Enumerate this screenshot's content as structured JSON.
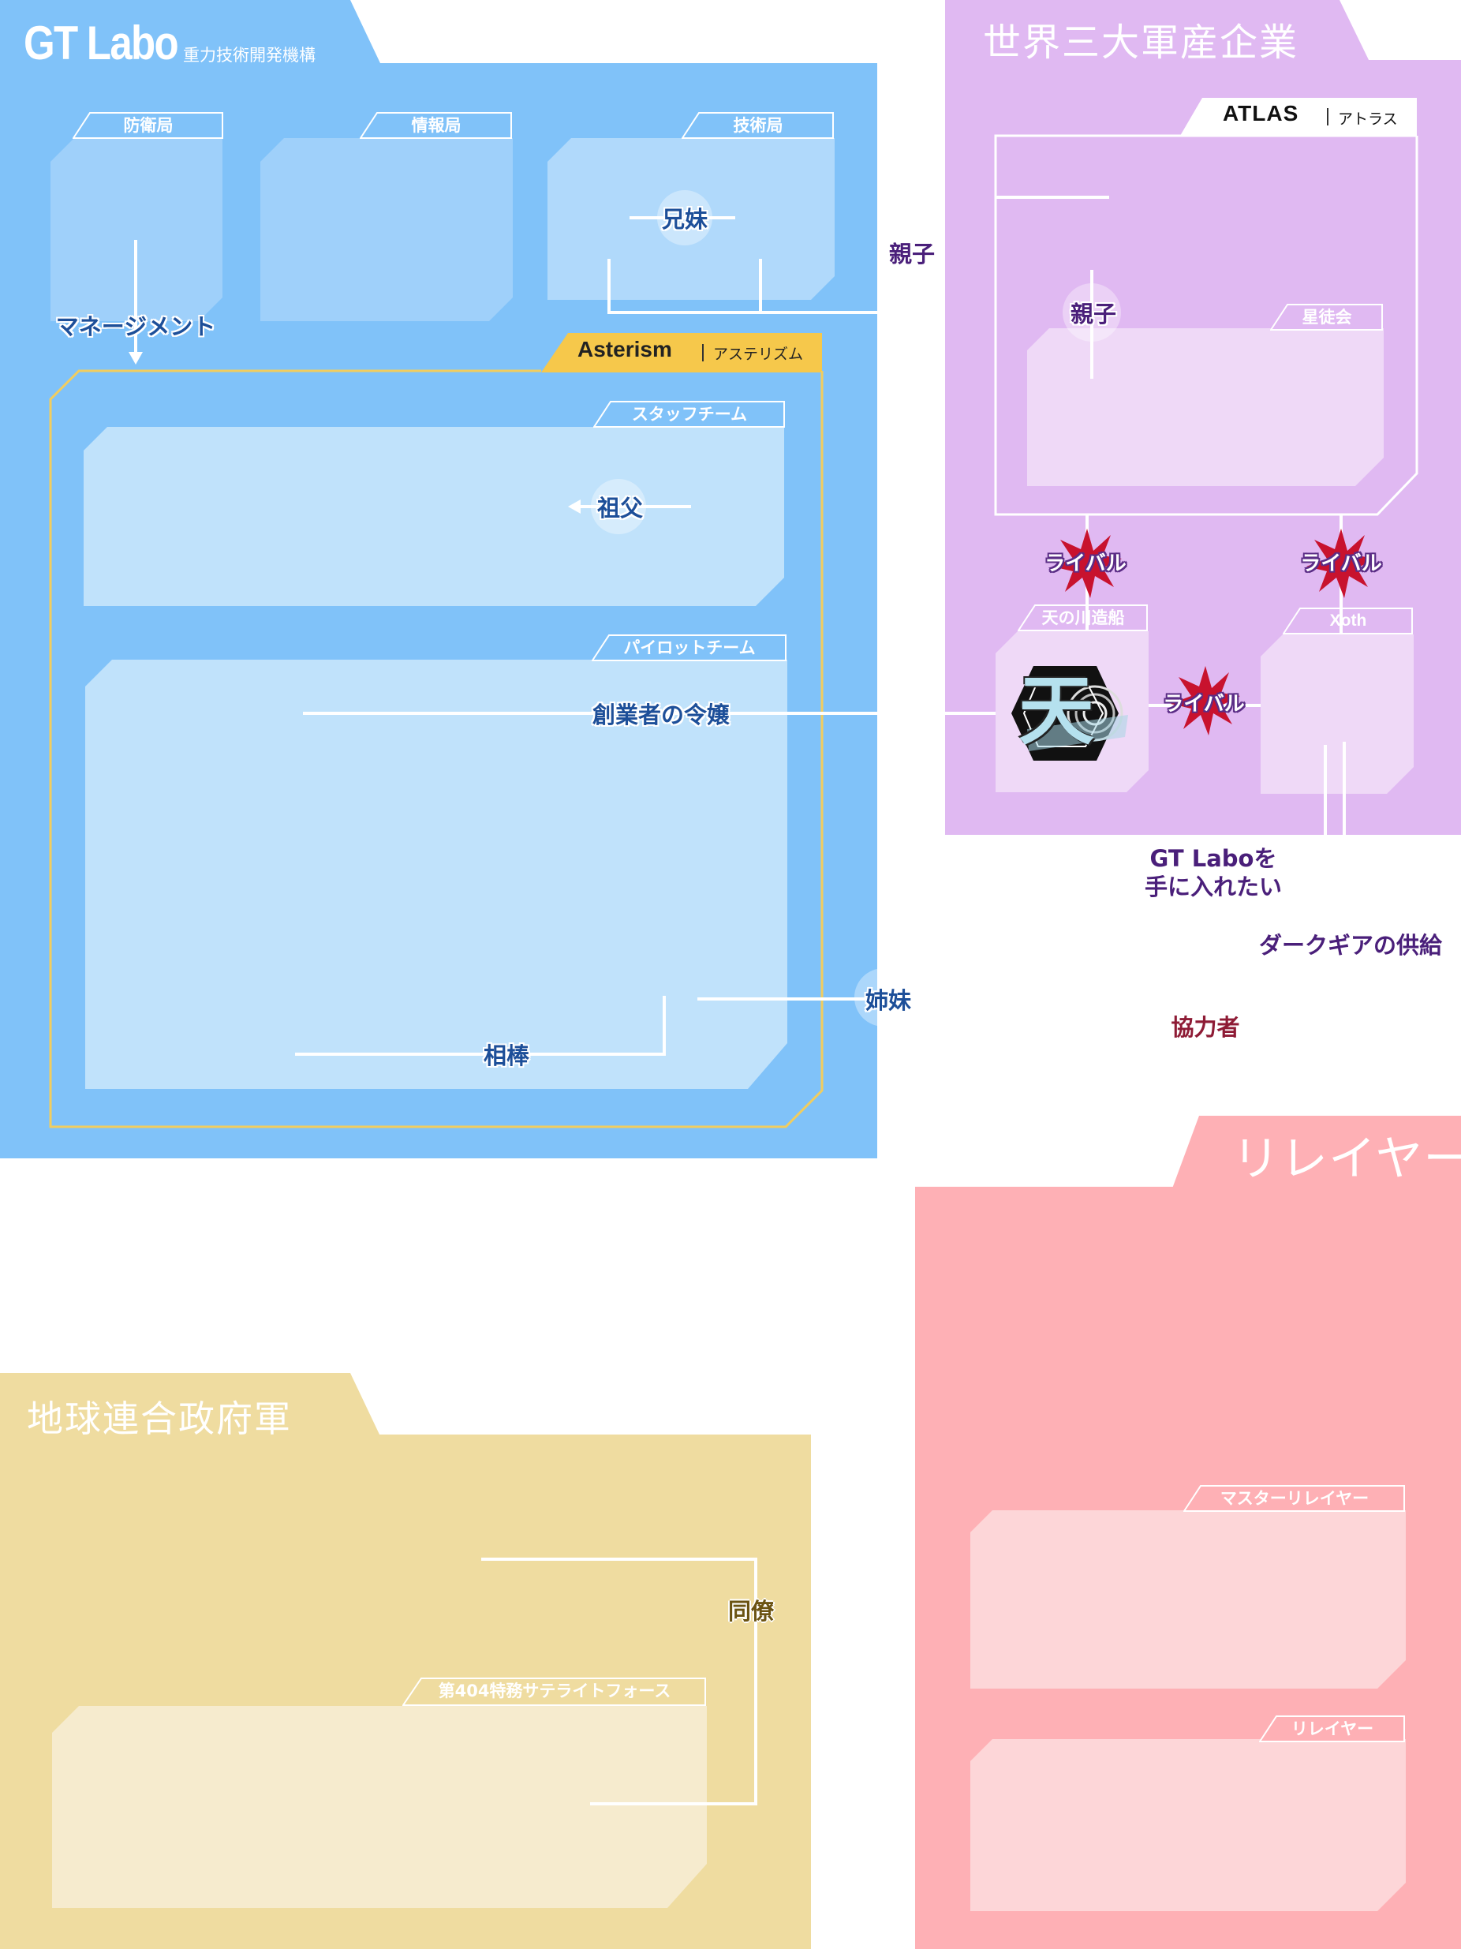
{
  "gtlabo": {
    "name": "GT Labo",
    "subtitle": "重力技術開発機構",
    "colors": {
      "bg": "#80c2f9",
      "panel": "#c0e2fb",
      "tag": "#9fd0fa"
    },
    "departments": [
      {
        "label": "防衛局"
      },
      {
        "label": "情報局"
      },
      {
        "label": "技術局"
      }
    ],
    "asterism": {
      "name": "Asterism",
      "kana": "アステリズム",
      "accent": "#f6c84b"
    },
    "teams": [
      {
        "label": "スタッフチーム"
      },
      {
        "label": "パイロットチーム"
      }
    ]
  },
  "corps": {
    "title": "世界三大軍産企業",
    "color": "#e0b9f2",
    "atlas": {
      "name": "ATLAS",
      "kana": "アトラス"
    },
    "student_council": "星徒会",
    "amanogawa": {
      "label": "天の川造船",
      "logo_char": "天"
    },
    "xoth": {
      "label": "Xoth"
    }
  },
  "earth": {
    "title": "地球連合政府軍",
    "color": "#efdca0",
    "force": "第404特務サテライトフォース"
  },
  "relayer": {
    "title": "リレイヤー",
    "color": "#feb0b5",
    "groups": [
      {
        "label": "マスターリレイヤー"
      },
      {
        "label": "リレイヤー"
      }
    ]
  },
  "relations": {
    "management": "マネージメント",
    "siblings": "兄妹",
    "parent_child_1": "親子",
    "parent_child_2": "親子",
    "grandfather": "祖父",
    "founder_daughter": "創業者の令嬢",
    "sisters": "姉妹",
    "partner": "相棒",
    "rival": "ライバル",
    "want_gtlabo": "GT Laboを\n手に入れたい",
    "darkgear": "ダークギアの供給",
    "cooperator": "協力者",
    "colleague": "同僚"
  }
}
